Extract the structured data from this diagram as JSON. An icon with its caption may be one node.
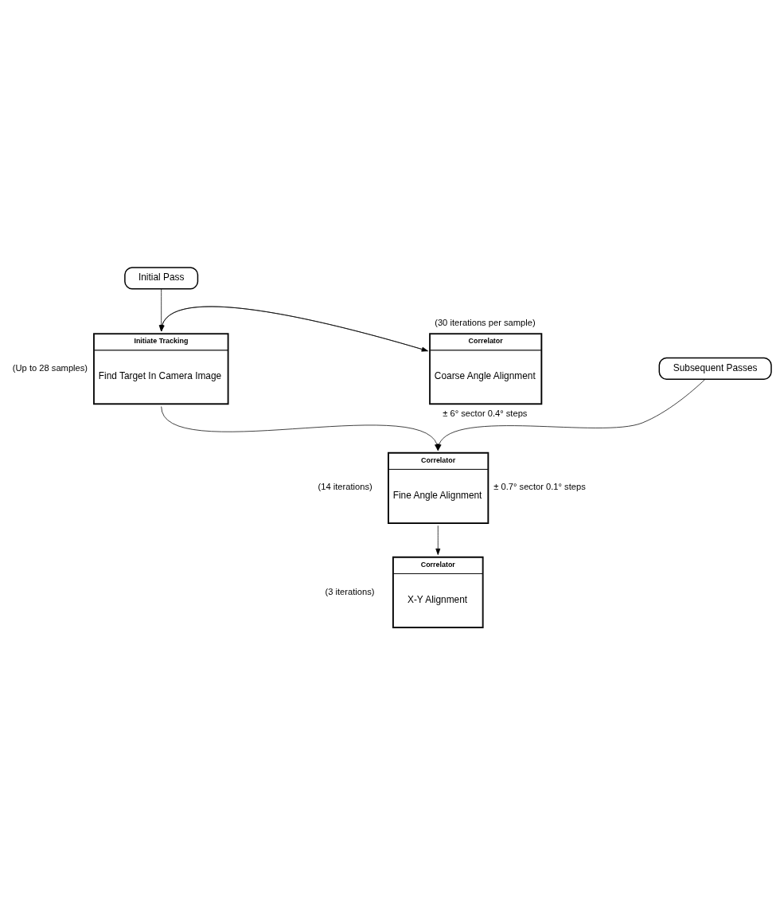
{
  "diagram": {
    "nodes": [
      {
        "text": [
          "Initial Pass"
        ]
      },
      {
        "text": [
          "Initiate Tracking",
          "Find Target In Camera Image"
        ],
        "beside": [
          "(Up to 28 samples)"
        ]
      },
      {
        "text": [
          "Correlator",
          "Coarse Angle Alignment"
        ],
        "beside": [
          "(30 iterations per sample)",
          "± 6° sector 0.4° steps"
        ]
      },
      {
        "text": [
          "Subsequent Passes"
        ]
      },
      {
        "text": [
          "Correlator",
          "Fine Angle Alignment"
        ],
        "beside": [
          "± 0.7° sector 0.1° steps",
          "(14 iterations)"
        ]
      },
      {
        "text": [
          "Correlator",
          "X-Y Alignment"
        ],
        "beside": [
          "(3 iterations)"
        ]
      }
    ],
    "edges": [
      {
        "from": 0,
        "to": 1,
        "arrow": "to"
      },
      {
        "from": 1,
        "to": 2,
        "arrow": "to"
      },
      {
        "from": 2,
        "to": 1,
        "arrow": "to"
      },
      {
        "from": 1,
        "to": 4,
        "arrow": "to"
      },
      {
        "from": 3,
        "to": 4,
        "arrow": "to"
      },
      {
        "from": 4,
        "to": 5,
        "arrow": "to"
      }
    ]
  }
}
